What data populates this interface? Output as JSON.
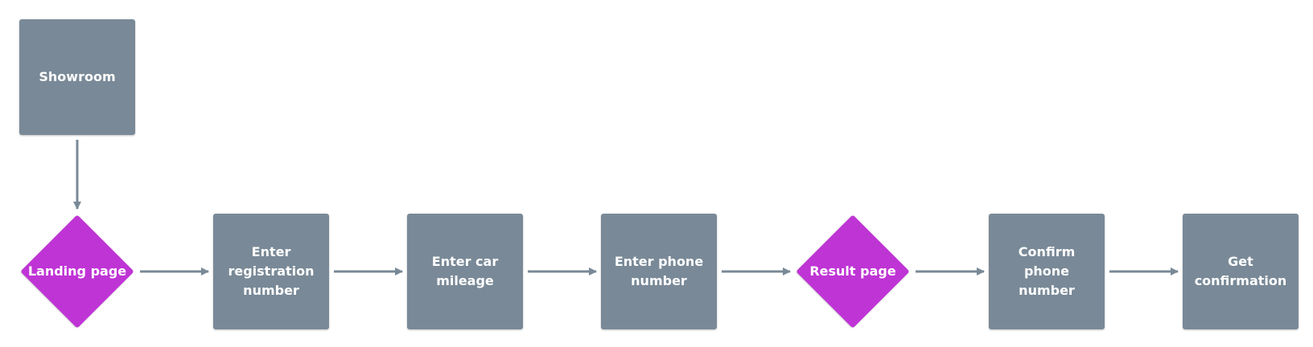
{
  "colors": {
    "process_fill": "#798997",
    "decision_fill": "#bf34d5",
    "connector": "#798997",
    "text": "#ffffff"
  },
  "nodes": [
    {
      "id": "showroom",
      "type": "process",
      "label": "Showroom"
    },
    {
      "id": "landing-page",
      "type": "decision",
      "label": "Landing page"
    },
    {
      "id": "enter-registration-number",
      "type": "process",
      "label": "Enter\nregistration\nnumber"
    },
    {
      "id": "enter-car-mileage",
      "type": "process",
      "label": "Enter car\nmileage"
    },
    {
      "id": "enter-phone-number",
      "type": "process",
      "label": "Enter phone\nnumber"
    },
    {
      "id": "result-page",
      "type": "decision",
      "label": "Result page"
    },
    {
      "id": "confirm-phone-number",
      "type": "process",
      "label": "Confirm phone\nnumber"
    },
    {
      "id": "get-confirmation",
      "type": "process",
      "label": "Get\nconfirmation"
    }
  ],
  "edges": [
    {
      "from": "showroom",
      "to": "landing-page"
    },
    {
      "from": "landing-page",
      "to": "enter-registration-number"
    },
    {
      "from": "enter-registration-number",
      "to": "enter-car-mileage"
    },
    {
      "from": "enter-car-mileage",
      "to": "enter-phone-number"
    },
    {
      "from": "enter-phone-number",
      "to": "result-page"
    },
    {
      "from": "result-page",
      "to": "confirm-phone-number"
    },
    {
      "from": "confirm-phone-number",
      "to": "get-confirmation"
    }
  ]
}
